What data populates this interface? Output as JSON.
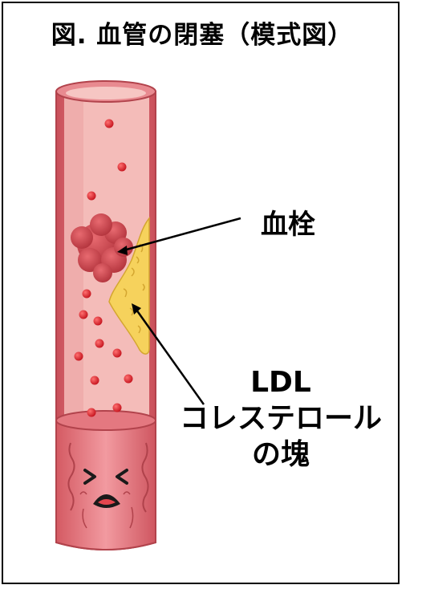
{
  "title": "図. 血管の閉塞（模式図）",
  "labels": {
    "thrombus": "血栓",
    "ldl_line1": "LDL",
    "ldl_line2": "コレステロール",
    "ldl_line3": "の塊"
  },
  "colors": {
    "vessel_outer": "#d9646c",
    "vessel_inner": "#f4b8b6",
    "vessel_wall_dark": "#b8474f",
    "clot": "#cf4a52",
    "plaque": "#f6d25c",
    "red_cell": "#e0202a"
  },
  "icons": {
    "face": "pained-face-icon"
  }
}
